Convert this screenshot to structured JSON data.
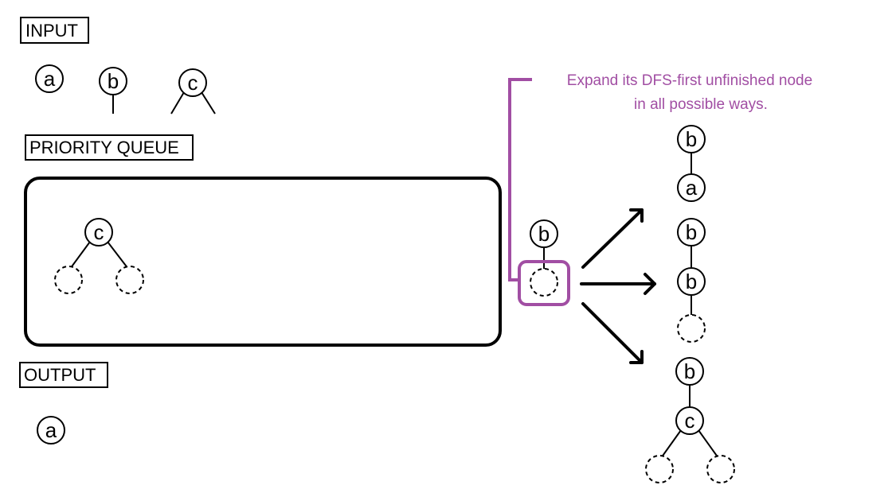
{
  "labels": {
    "input": "INPUT",
    "queue": "PRIORITY QUEUE",
    "output": "OUTPUT"
  },
  "annotation": {
    "line1": "Expand its DFS-first unfinished node",
    "line2": "in all possible ways."
  },
  "input_nodes": [
    "a",
    "b",
    "c"
  ],
  "queue_tree": {
    "root": "c"
  },
  "output_nodes": [
    "a"
  ],
  "current_tree": {
    "root": "b"
  },
  "expansions": [
    {
      "nodes": [
        "b",
        "a"
      ]
    },
    {
      "nodes": [
        "b",
        "b"
      ]
    },
    {
      "nodes": [
        "b",
        "c"
      ]
    }
  ],
  "colors": {
    "accent": "#a14ea3",
    "ink": "#000000"
  }
}
